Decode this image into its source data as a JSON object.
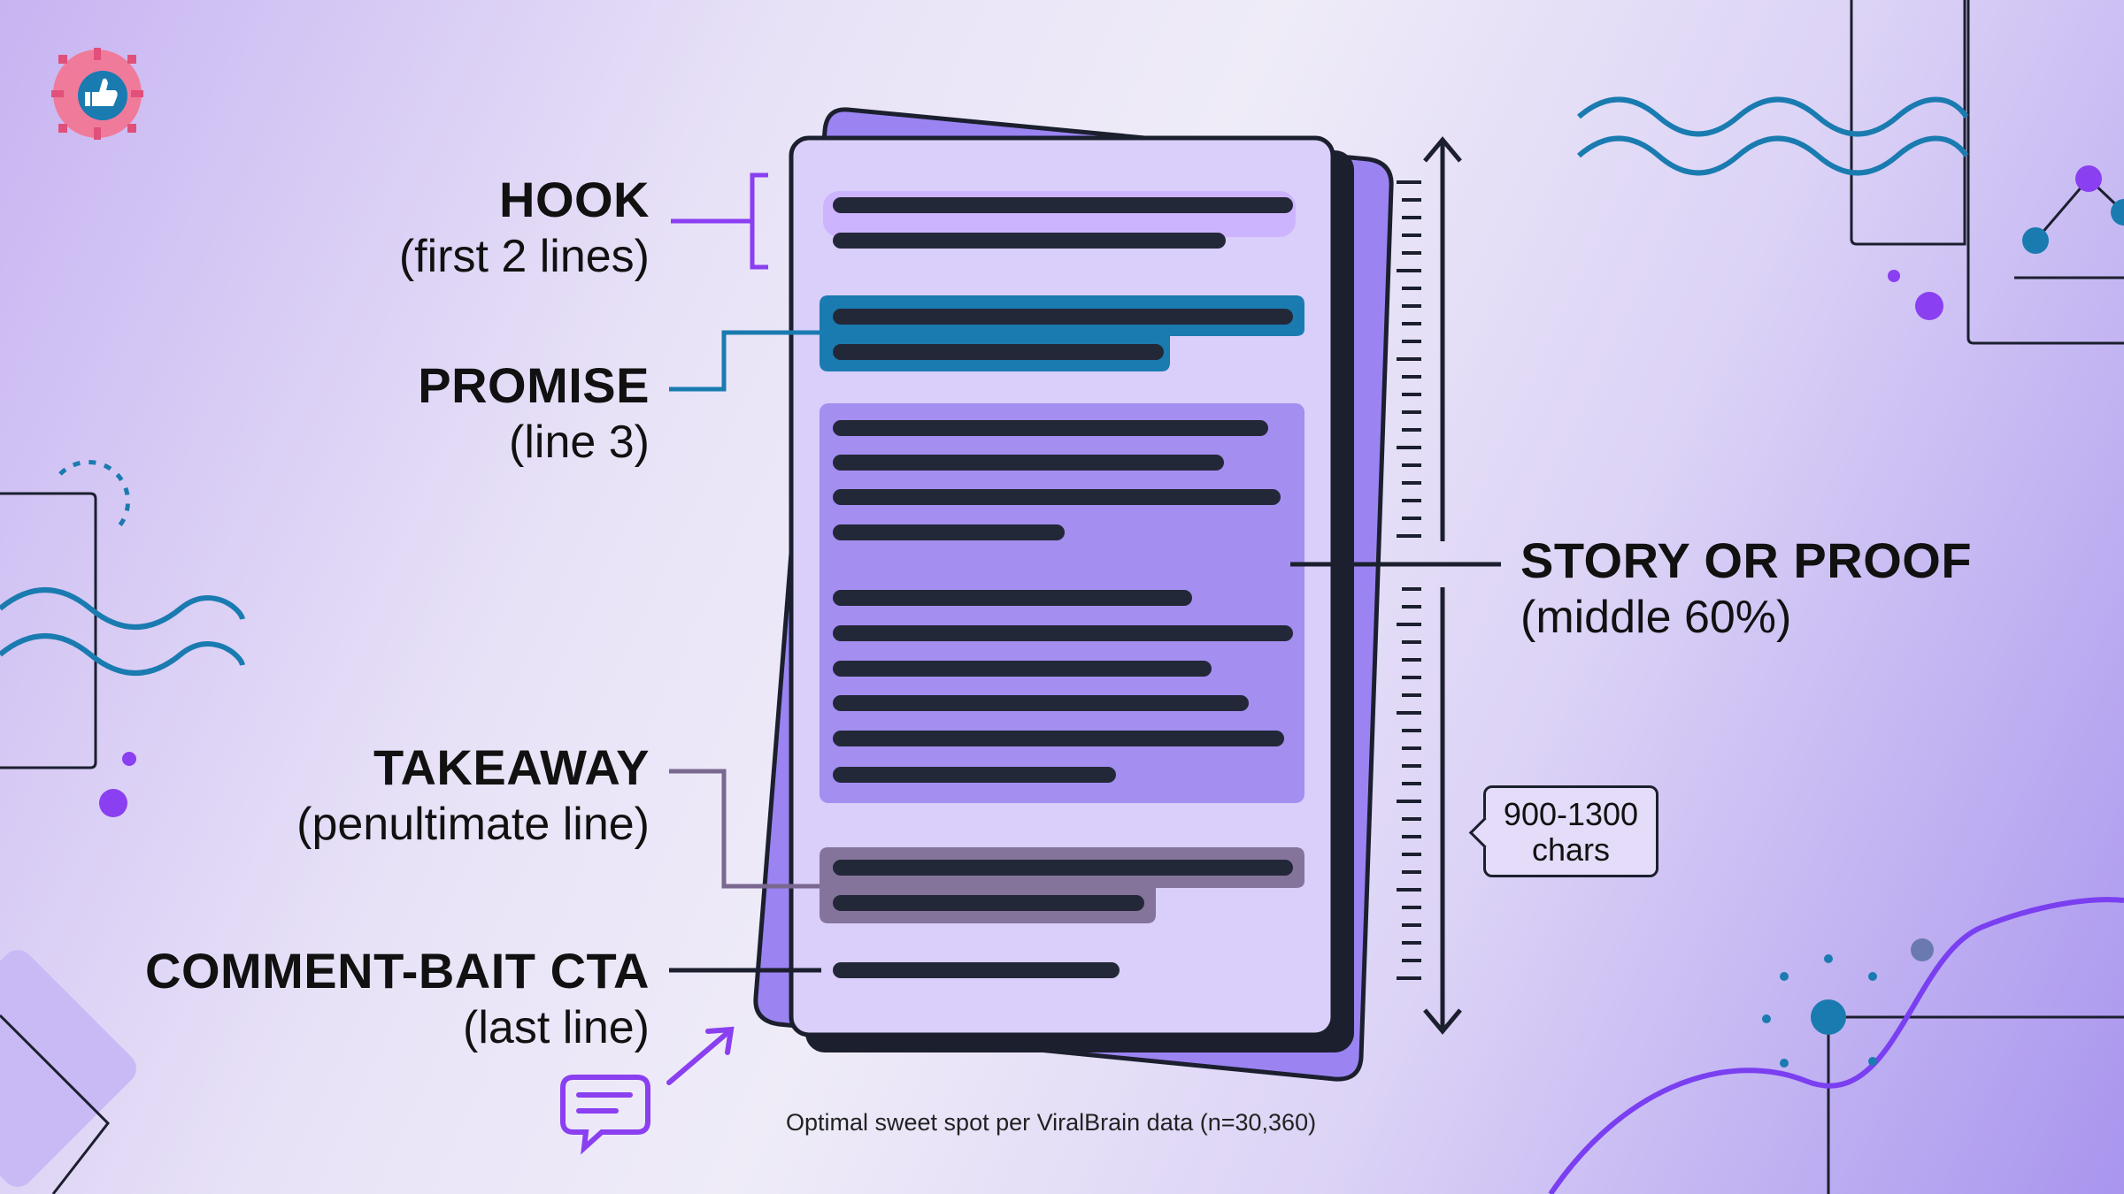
{
  "sections": {
    "hook": {
      "title": "HOOK",
      "subtitle": "(first 2 lines)"
    },
    "promise": {
      "title": "PROMISE",
      "subtitle": "(line 3)"
    },
    "story": {
      "title": "STORY OR PROOF",
      "subtitle": "(middle 60%)"
    },
    "takeaway": {
      "title": "TAKEAWAY",
      "subtitle": "(penultimate line)"
    },
    "cta": {
      "title": "COMMENT-BAIT CTA",
      "subtitle": "(last line)"
    }
  },
  "length_callout": {
    "line1": "900-1300",
    "line2": "chars"
  },
  "footnote": "Optimal sweet spot per ViralBrain data (n=30,360)",
  "icons": [
    "thumbs-up-icon",
    "comment-icon",
    "arrow-icon",
    "ruler-icon"
  ],
  "colors": {
    "hook": "#8a3ff0",
    "promise": "#1a7bb0",
    "story": "#2a2f44",
    "takeaway": "#7a6890",
    "cta": "#1b1f2e",
    "paper": "#d9cffa",
    "paper_back": "#9b84f2",
    "story_block": "#a48ef0",
    "wave": "#1a7bb0"
  }
}
